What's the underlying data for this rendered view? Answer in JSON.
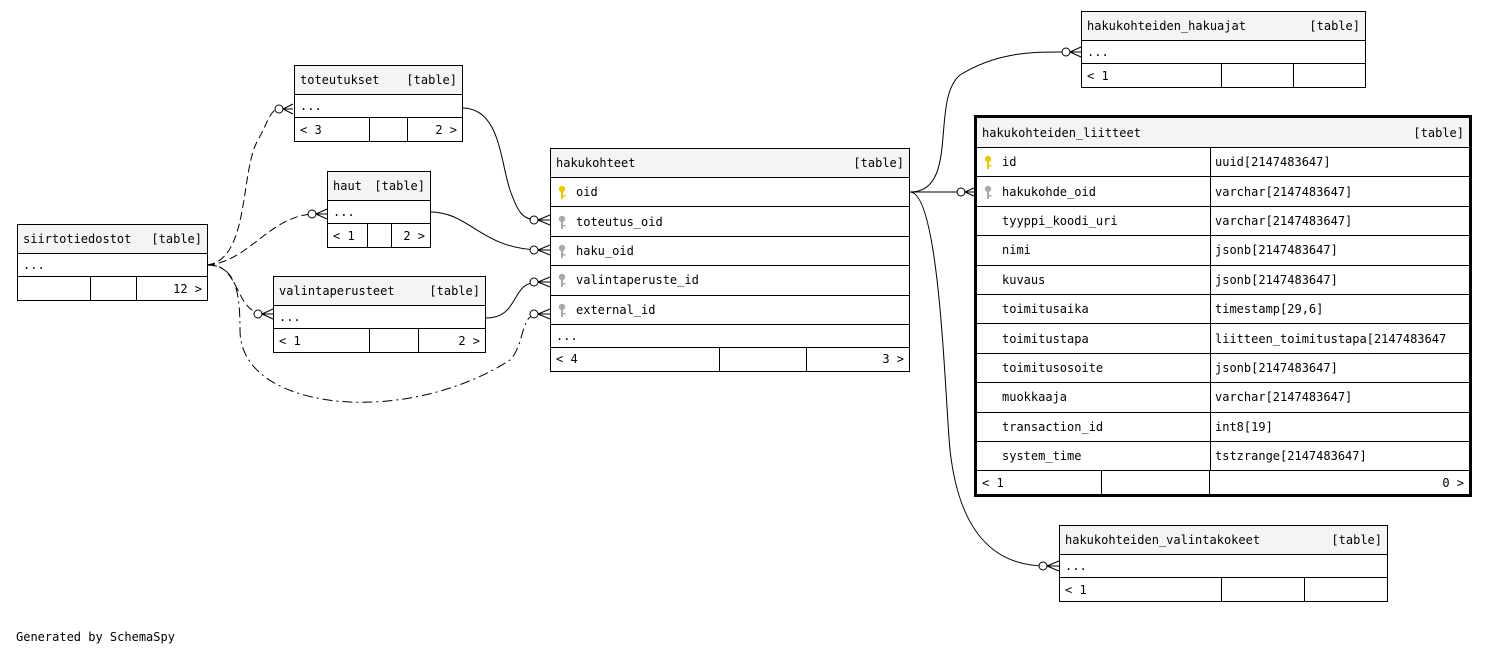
{
  "tables": {
    "siirtotiedostot": {
      "name": "siirtotiedostot",
      "tag": "[table]",
      "more": "...",
      "foot": [
        "",
        "",
        "12 >"
      ]
    },
    "toteutukset": {
      "name": "toteutukset",
      "tag": "[table]",
      "more": "...",
      "foot": [
        "< 3",
        "",
        "2 >"
      ]
    },
    "haut": {
      "name": "haut",
      "tag": "[table]",
      "more": "...",
      "foot": [
        "< 1",
        "",
        "2 >"
      ]
    },
    "valintaperusteet": {
      "name": "valintaperusteet",
      "tag": "[table]",
      "more": "...",
      "foot": [
        "< 1",
        "",
        "2 >"
      ]
    },
    "hakukohteet": {
      "name": "hakukohteet",
      "tag": "[table]",
      "columns": [
        {
          "name": "oid",
          "key": "primary"
        },
        {
          "name": "toteutus_oid",
          "key": "foreign"
        },
        {
          "name": "haku_oid",
          "key": "foreign"
        },
        {
          "name": "valintaperuste_id",
          "key": "foreign"
        },
        {
          "name": "external_id",
          "key": "foreign"
        }
      ],
      "more": "...",
      "foot": [
        "< 4",
        "",
        "3 >"
      ]
    },
    "hakuajat": {
      "name": "hakukohteiden_hakuajat",
      "tag": "[table]",
      "more": "...",
      "foot": [
        "< 1",
        "",
        ""
      ]
    },
    "liitteet": {
      "name": "hakukohteiden_liitteet",
      "tag": "[table]",
      "columns": [
        {
          "name": "id",
          "type": "uuid[2147483647]",
          "key": "primary"
        },
        {
          "name": "hakukohde_oid",
          "type": "varchar[2147483647]",
          "key": "foreign"
        },
        {
          "name": "tyyppi_koodi_uri",
          "type": "varchar[2147483647]",
          "key": "none"
        },
        {
          "name": "nimi",
          "type": "jsonb[2147483647]",
          "key": "none"
        },
        {
          "name": "kuvaus",
          "type": "jsonb[2147483647]",
          "key": "none"
        },
        {
          "name": "toimitusaika",
          "type": "timestamp[29,6]",
          "key": "none"
        },
        {
          "name": "toimitustapa",
          "type": "liitteen_toimitustapa[2147483647",
          "key": "none"
        },
        {
          "name": "toimitusosoite",
          "type": "jsonb[2147483647]",
          "key": "none"
        },
        {
          "name": "muokkaaja",
          "type": "varchar[2147483647]",
          "key": "none"
        },
        {
          "name": "transaction_id",
          "type": "int8[19]",
          "key": "none"
        },
        {
          "name": "system_time",
          "type": "tstzrange[2147483647]",
          "key": "none"
        }
      ],
      "foot": [
        "< 1",
        "",
        "0 >"
      ]
    },
    "valintakokeet": {
      "name": "hakukohteiden_valintakokeet",
      "tag": "[table]",
      "more": "...",
      "foot": [
        "< 1",
        "",
        ""
      ]
    }
  },
  "footer": "Generated by SchemaSpy",
  "colors": {
    "primary_key": "#e8c800",
    "foreign_key": "#aaaaaa",
    "header_bg": "#f4f4f4"
  }
}
